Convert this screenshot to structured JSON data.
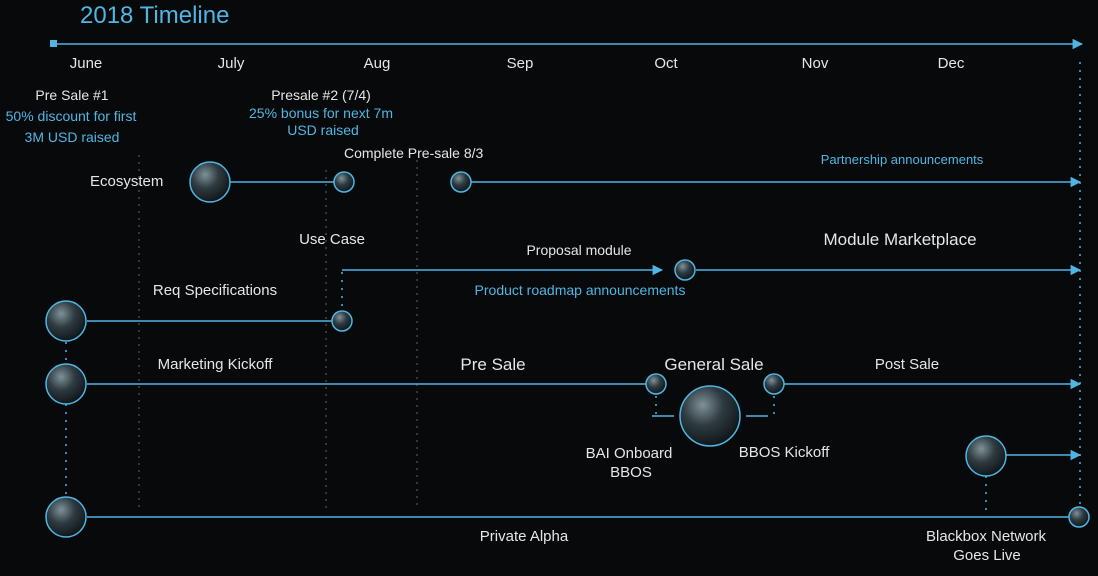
{
  "title": "2018 Timeline",
  "months": [
    "June",
    "July",
    "Aug",
    "Sep",
    "Oct",
    "Nov",
    "Dec"
  ],
  "presale1": {
    "title": "Pre Sale #1",
    "line1": "50% discount for first",
    "line2": "3M USD raised"
  },
  "presale2": {
    "title": "Presale #2 (7/4)",
    "line1": "25% bonus for next 7m",
    "line2": "USD raised"
  },
  "complete_presale": "Complete Pre-sale 8/3",
  "partnership": "Partnership announcements",
  "ecosystem": "Ecosystem",
  "use_case": "Use Case",
  "proposal_module": "Proposal module",
  "module_marketplace": "Module Marketplace",
  "req_specs": "Req Specifications",
  "product_roadmap": "Product roadmap announcements",
  "marketing_kickoff": "Marketing Kickoff",
  "pre_sale": "Pre Sale",
  "general_sale": "General Sale",
  "post_sale": "Post Sale",
  "bai_onboard": {
    "line1": "BAI Onboard",
    "line2": "BBOS"
  },
  "bbos_kickoff": "BBOS Kickoff",
  "private_alpha": "Private Alpha",
  "blackbox": {
    "line1": "Blackbox Network",
    "line2": "Goes Live"
  },
  "colors": {
    "accent": "#4fb6e4",
    "text": "#e6e6e6",
    "background": "#08090b"
  }
}
